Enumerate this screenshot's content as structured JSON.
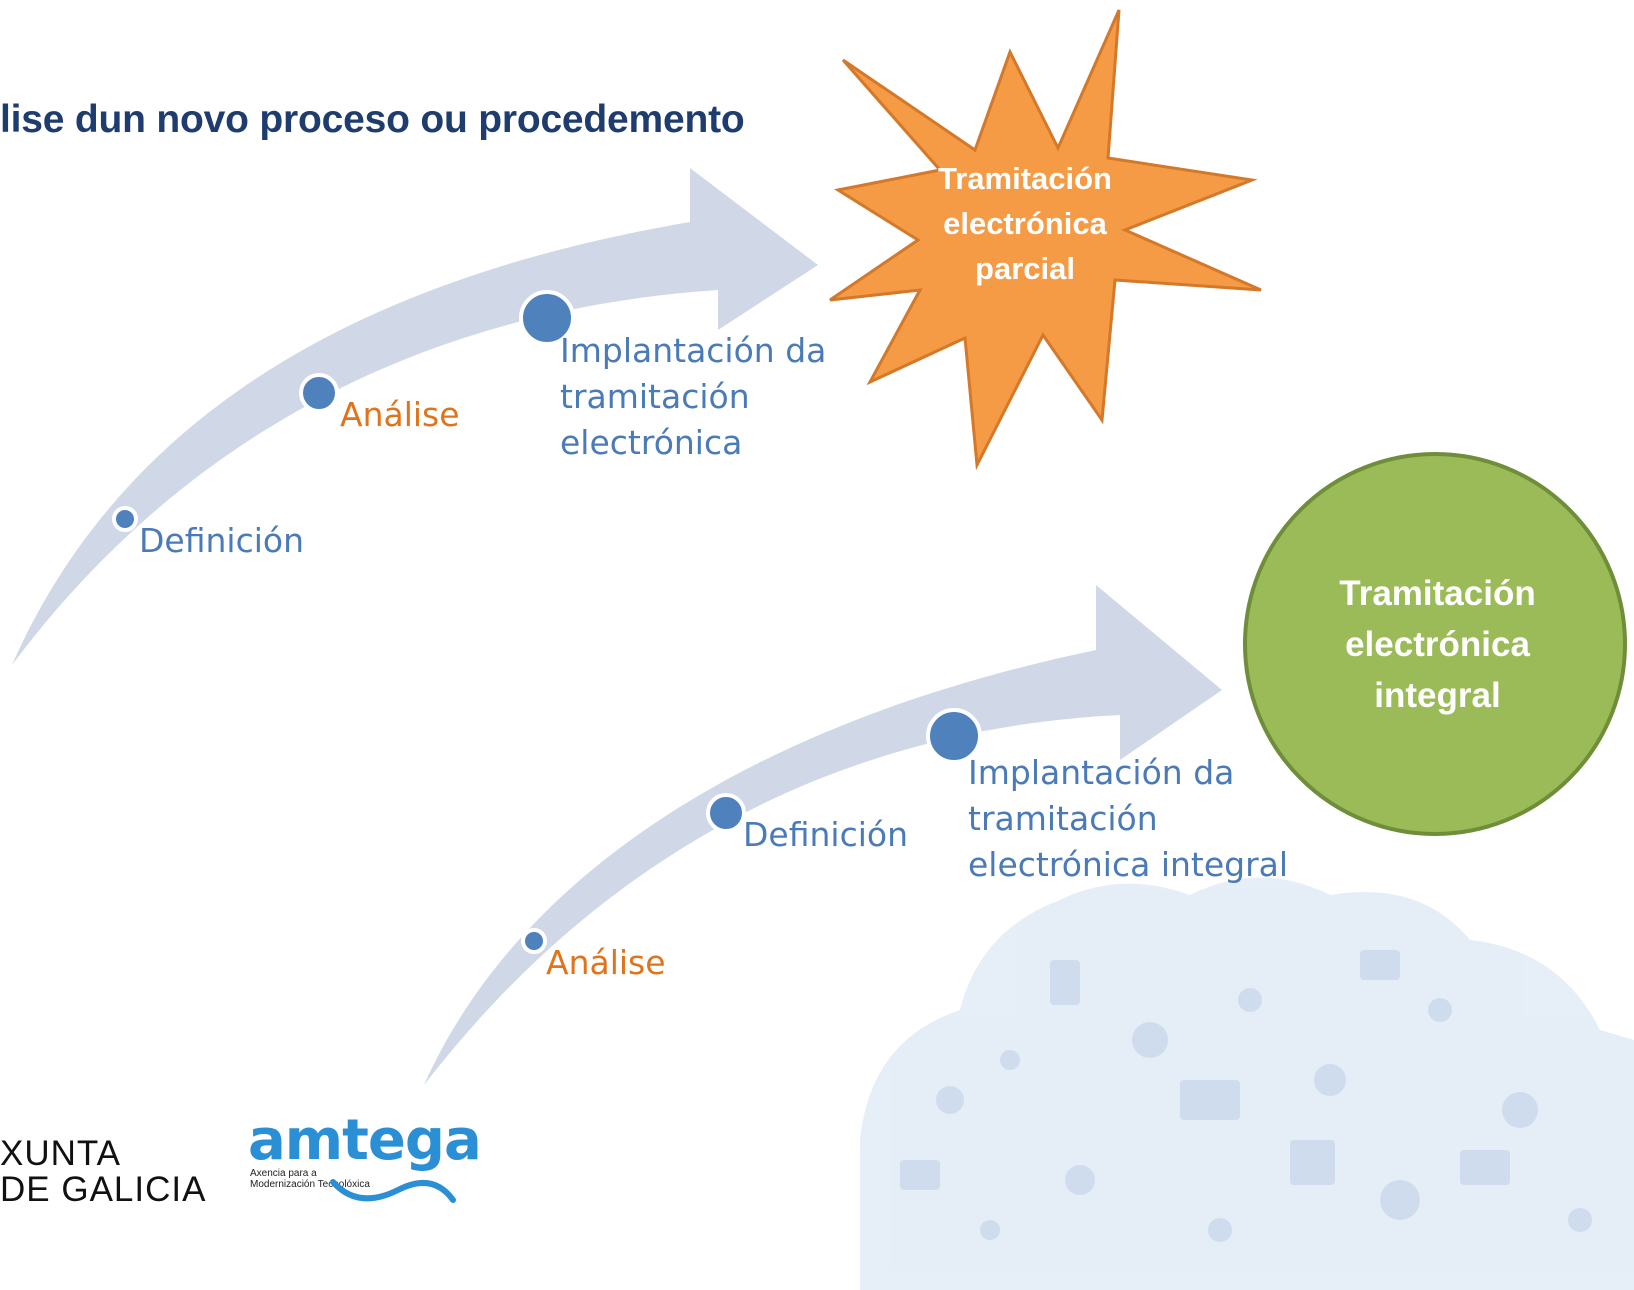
{
  "title": "lise dun novo proceso ou procedemento",
  "flow_top": {
    "steps": [
      {
        "label": "Definición",
        "color": "#4a7ab8"
      },
      {
        "label": "Análise",
        "color": "#e0741c"
      },
      {
        "label_lines": [
          "Implantación da",
          "tramitación",
          "electrónica"
        ],
        "color": "#4a7ab8"
      }
    ],
    "outcome": {
      "lines": [
        "Tramitación",
        "electrónica",
        "parcial"
      ],
      "fill": "#f59a45",
      "stroke": "#d4782a"
    }
  },
  "flow_bottom": {
    "steps": [
      {
        "label": "Análise",
        "color": "#e0741c"
      },
      {
        "label": "Definición",
        "color": "#4a7ab8"
      },
      {
        "label_lines": [
          "Implantación da",
          "tramitación",
          "electrónica integral"
        ],
        "color": "#4a7ab8"
      }
    ],
    "outcome": {
      "lines": [
        "Tramitación",
        "electrónica",
        "integral"
      ],
      "fill": "#9bbb59",
      "stroke": "#6f8e3a"
    }
  },
  "logos": {
    "xunta": [
      "XUNTA",
      "DE GALICIA"
    ],
    "amtega": {
      "word": "amtega",
      "sub": [
        "Axencia para a",
        "Modernización Tecnolóxica"
      ]
    }
  },
  "colors": {
    "arrow": "#d0d8e8",
    "dot": "#4f81bd",
    "title": "#1f3c6e",
    "cloud": "#dce7f3"
  }
}
